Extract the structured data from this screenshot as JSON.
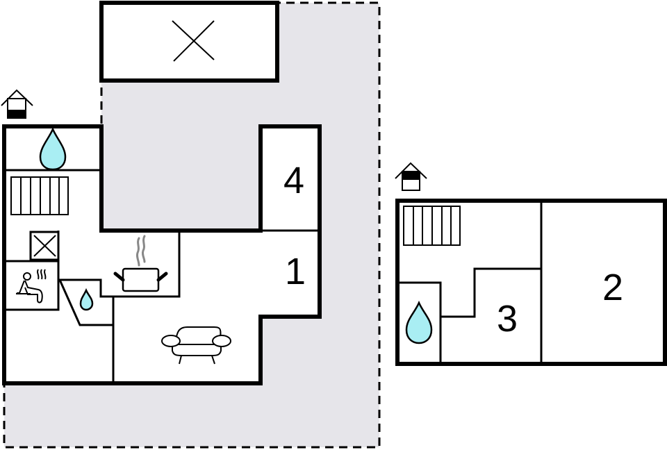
{
  "floorplan": {
    "colors": {
      "outdoor_area": "#e6e5ea",
      "water": "#a9eef3",
      "walls": "#000000",
      "steam": "#888888"
    },
    "main_building": {
      "rooms": [
        {
          "id": "bedroom-4",
          "label": "4"
        },
        {
          "id": "bedroom-1",
          "label": "1"
        }
      ],
      "icons": [
        "entrance-icon",
        "shower-icon",
        "radiator-icon",
        "technical-room-icon",
        "sauna-icon",
        "toilet-water-icon",
        "kitchen-pot-icon",
        "sofa-icon",
        "carport-cross-icon"
      ]
    },
    "annex_building": {
      "rooms": [
        {
          "id": "bedroom-2",
          "label": "2"
        },
        {
          "id": "bedroom-3",
          "label": "3"
        }
      ],
      "icons": [
        "entrance-icon",
        "radiator-icon",
        "shower-icon"
      ]
    }
  }
}
